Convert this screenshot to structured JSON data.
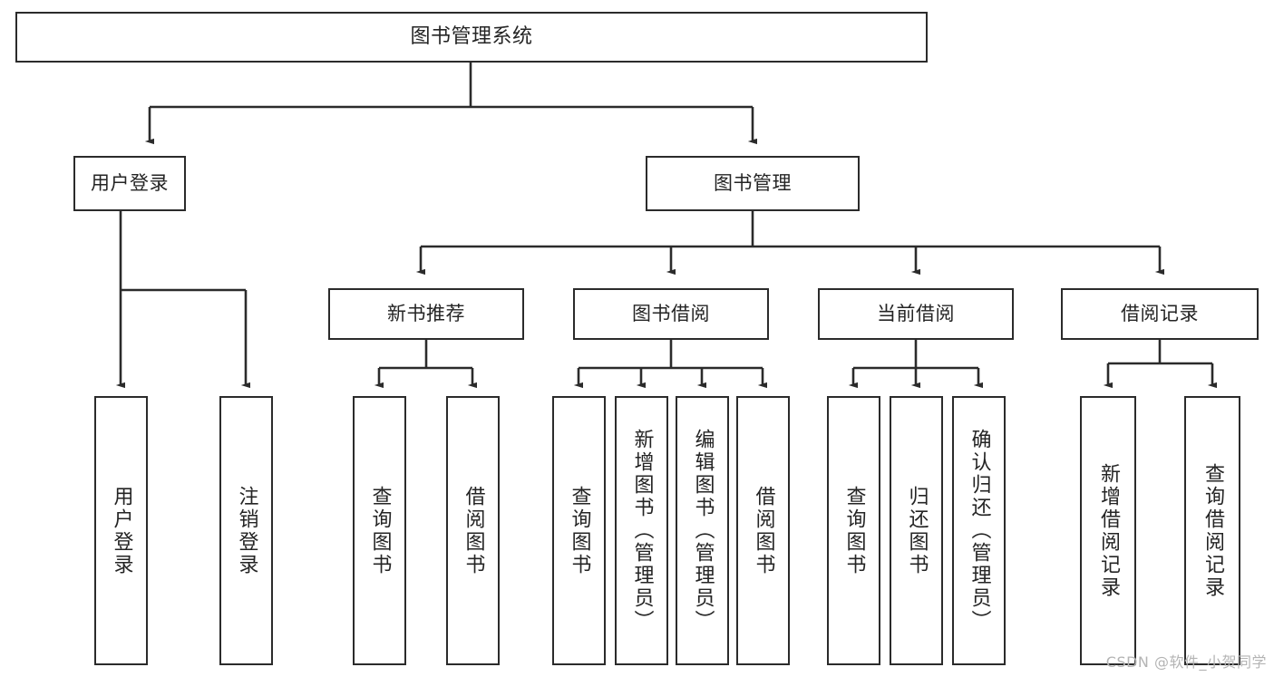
{
  "diagram": {
    "title": "图书管理系统",
    "stroke_color": "#2b2b2b",
    "fill_color": "#ffffff",
    "text_color": "#242424",
    "levels": {
      "root": {
        "label": "图书管理系统"
      },
      "level2": [
        {
          "id": "user-login",
          "label": "用户登录"
        },
        {
          "id": "book-manage",
          "label": "图书管理"
        }
      ],
      "level3": [
        {
          "id": "new-book-recommend",
          "label": "新书推荐"
        },
        {
          "id": "book-borrow",
          "label": "图书借阅"
        },
        {
          "id": "current-borrow",
          "label": "当前借阅"
        },
        {
          "id": "borrow-record",
          "label": "借阅记录"
        }
      ],
      "leaves": {
        "user_login": [
          {
            "id": "leaf-user-login",
            "label": "用户登录"
          },
          {
            "id": "leaf-logout-login",
            "label": "注销登录"
          }
        ],
        "new_book_recommend": [
          {
            "id": "leaf-query-book-1",
            "label": "查询图书"
          },
          {
            "id": "leaf-borrow-book-1",
            "label": "借阅图书"
          }
        ],
        "book_borrow": [
          {
            "id": "leaf-query-book-2",
            "label": "查询图书"
          },
          {
            "id": "leaf-add-book-admin",
            "label": "新增图书（管理员）"
          },
          {
            "id": "leaf-edit-book-admin",
            "label": "编辑图书（管理员）"
          },
          {
            "id": "leaf-borrow-book-2",
            "label": "借阅图书"
          }
        ],
        "current_borrow": [
          {
            "id": "leaf-query-book-3",
            "label": "查询图书"
          },
          {
            "id": "leaf-return-book",
            "label": "归还图书"
          },
          {
            "id": "leaf-confirm-return-admin",
            "label": "确认归还（管理员）"
          }
        ],
        "borrow_record": [
          {
            "id": "leaf-add-borrow-record",
            "label": "新增借阅记录"
          },
          {
            "id": "leaf-query-borrow-record",
            "label": "查询借阅记录"
          }
        ]
      }
    },
    "watermark": "CSDN @软件_小贺同学"
  }
}
